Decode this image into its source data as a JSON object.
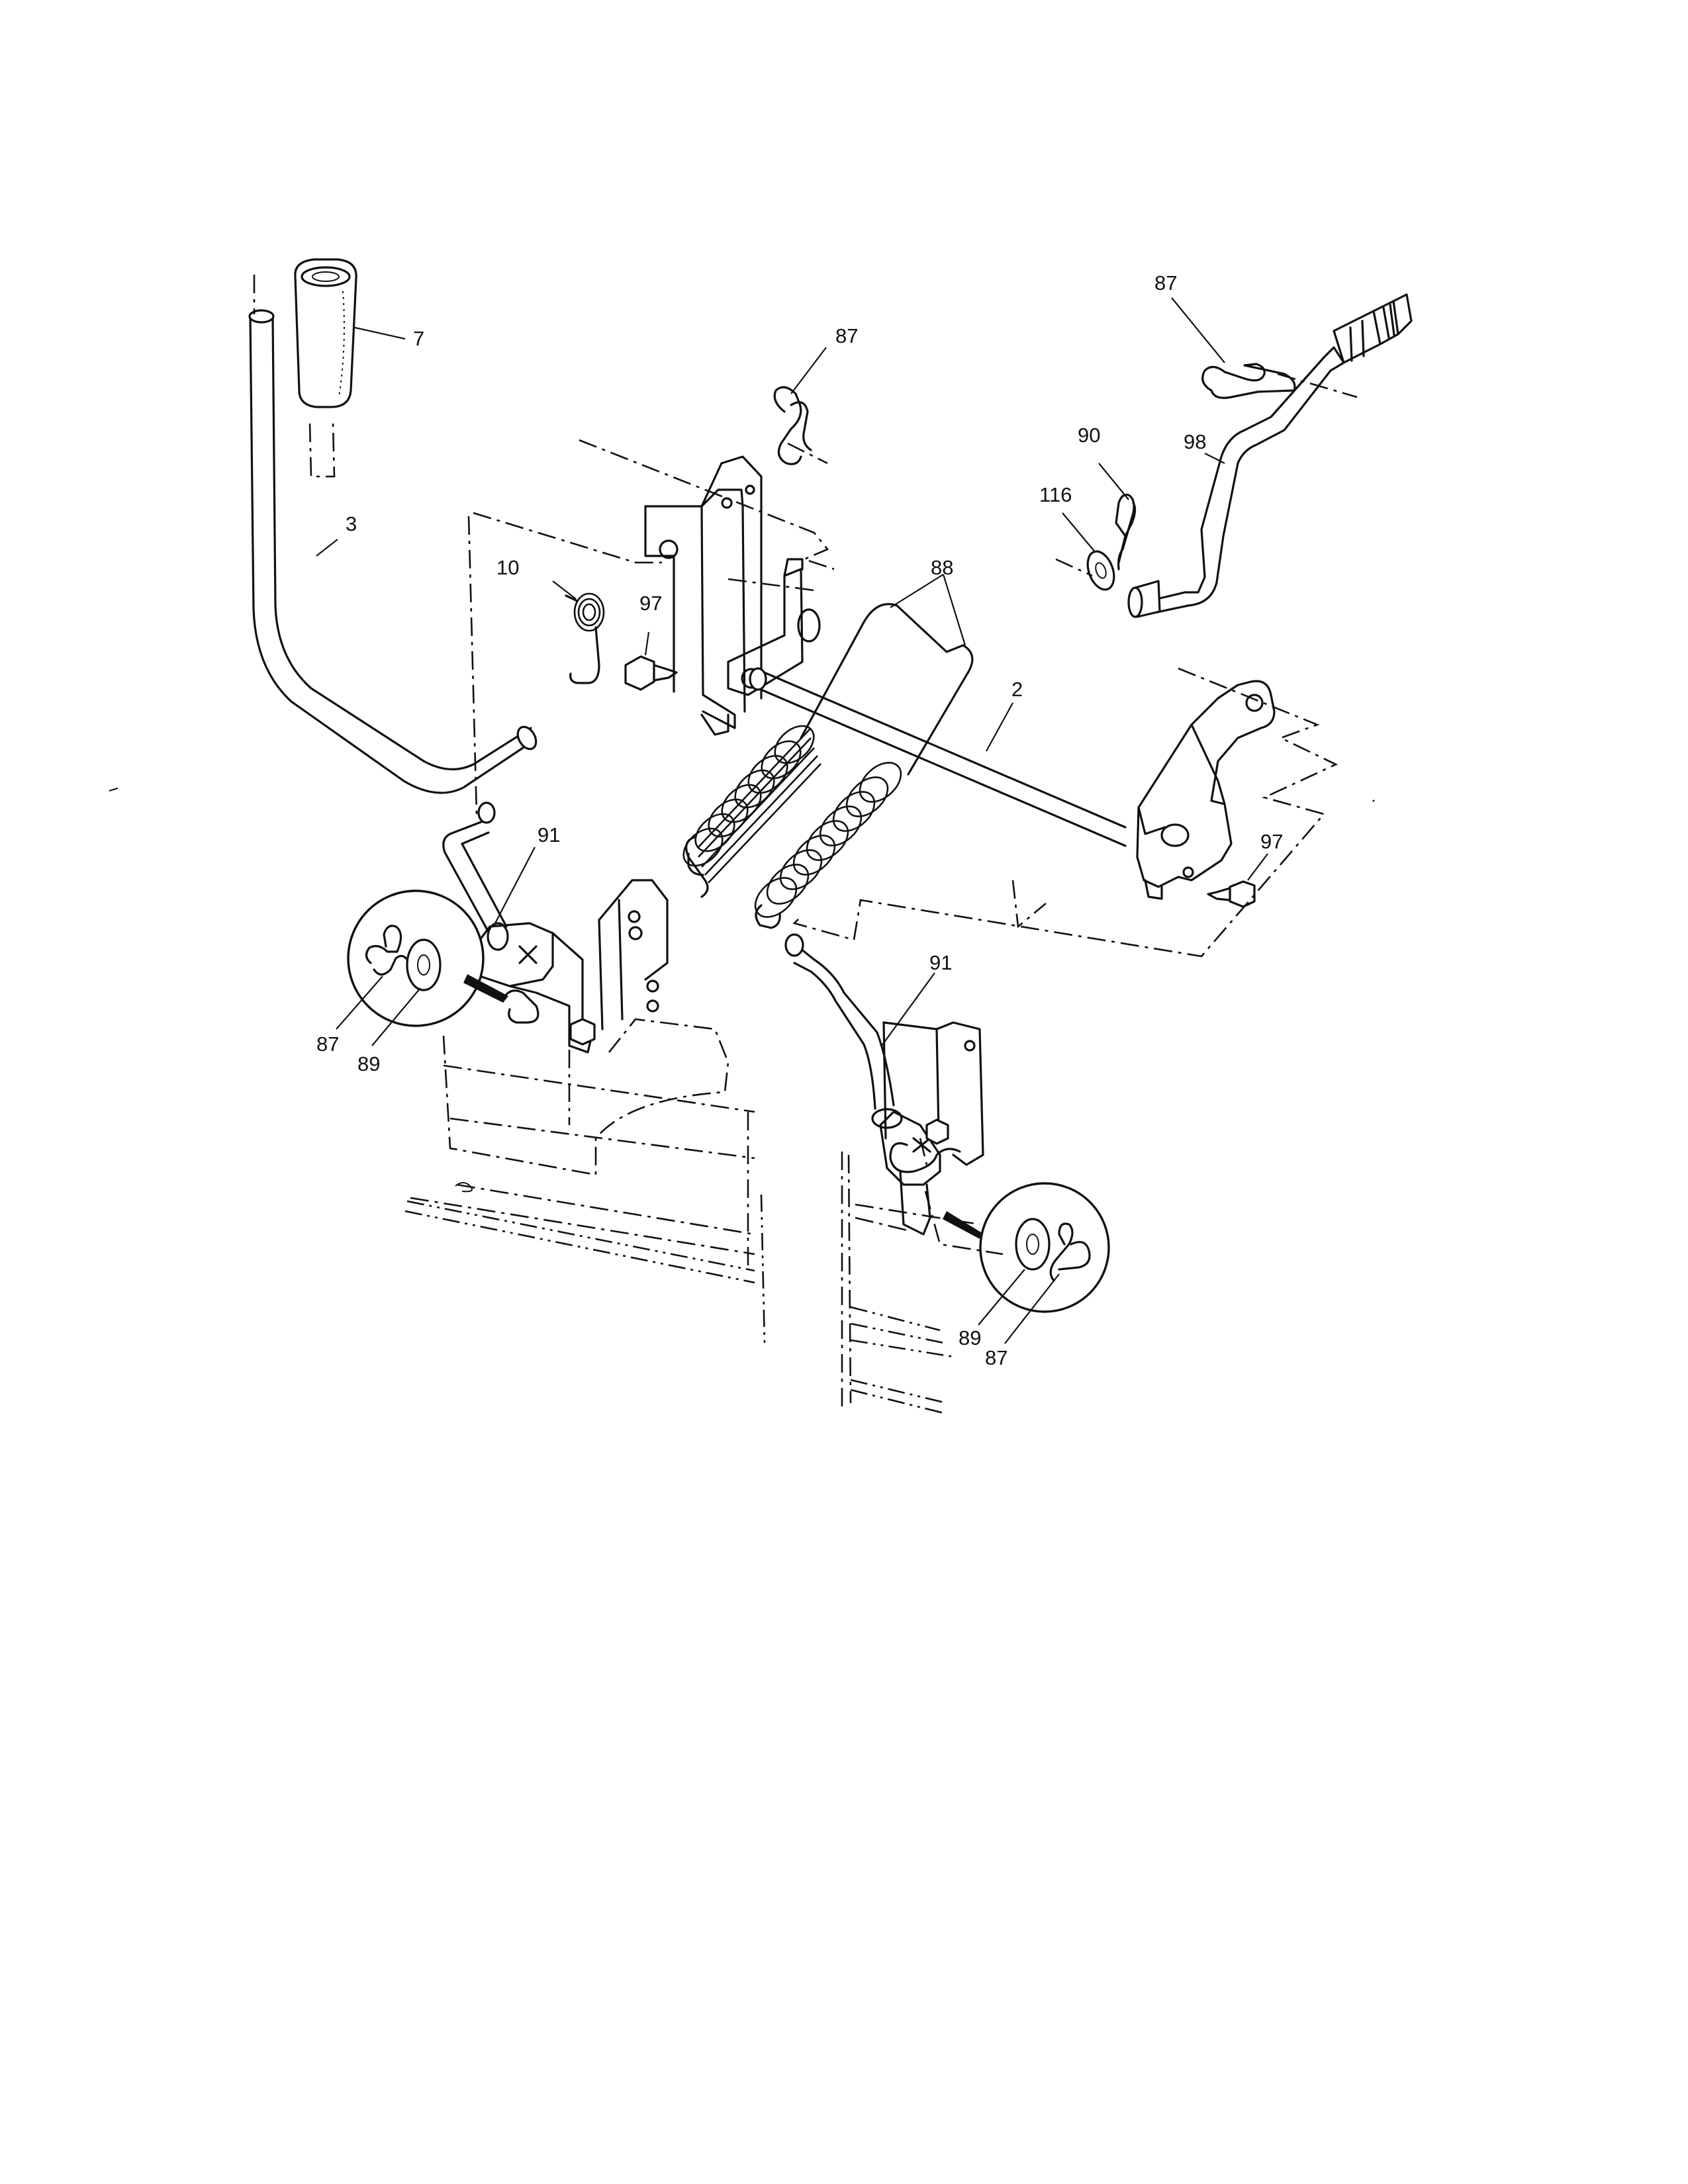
{
  "callouts": {
    "c7": "7",
    "c3": "3",
    "c10": "10",
    "c97a": "97",
    "c87a": "87",
    "c88": "88",
    "c2": "2",
    "c97b": "97",
    "c87b": "87",
    "c90": "90",
    "c98": "98",
    "c116": "116",
    "c91a": "91",
    "c87c": "87",
    "c89a": "89",
    "c91b": "91",
    "c89b": "89",
    "c87d": "87"
  }
}
